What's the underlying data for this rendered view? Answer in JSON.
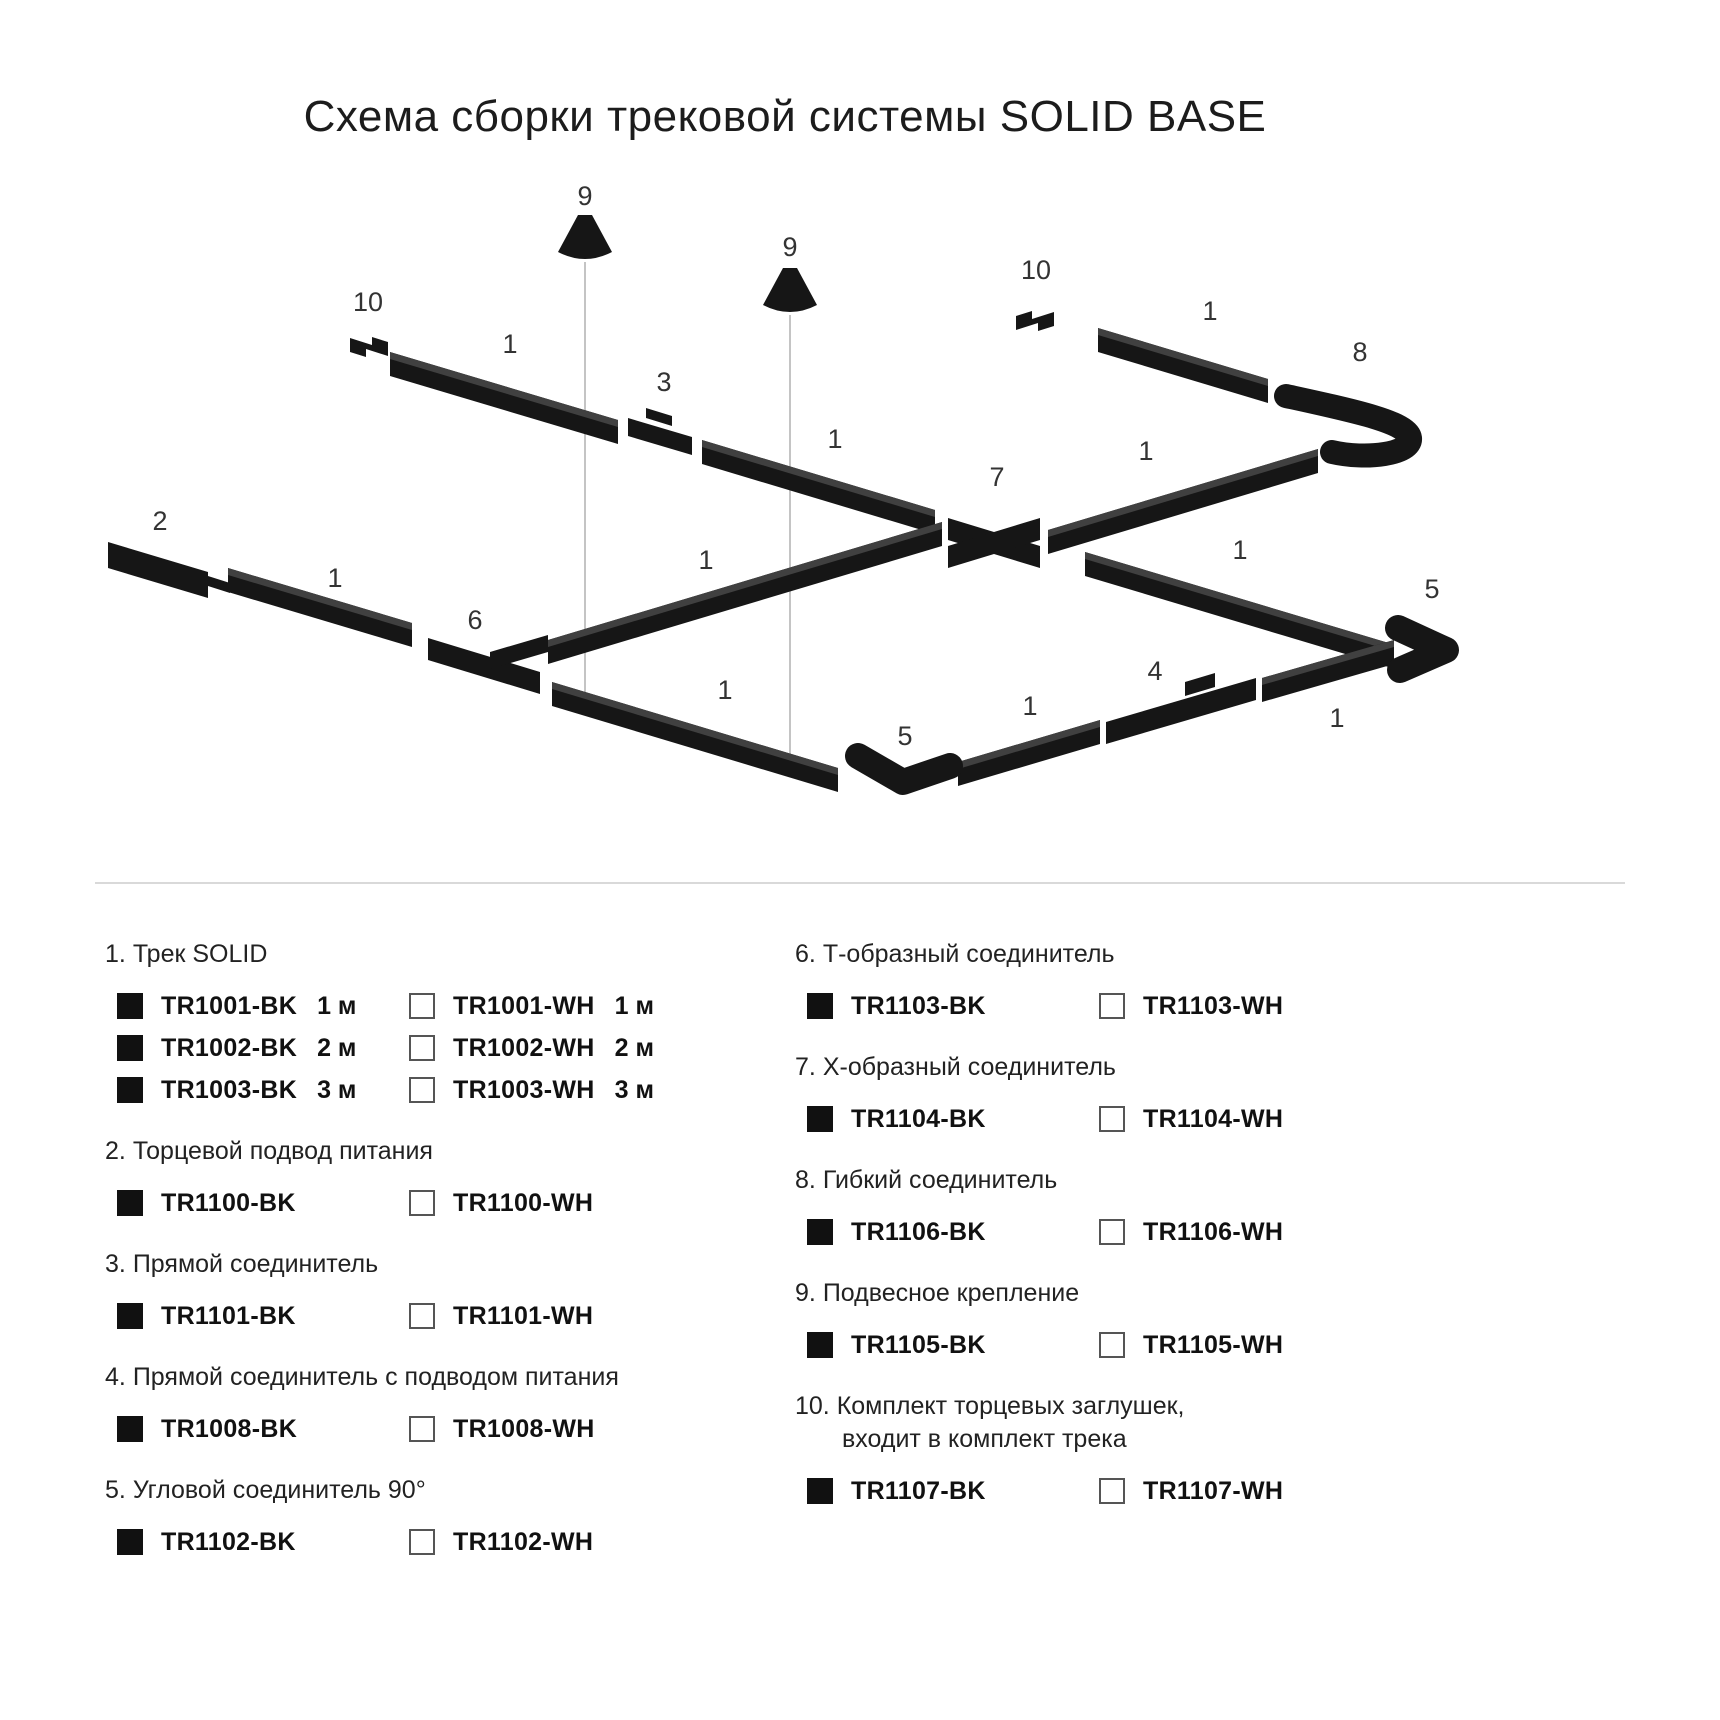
{
  "page": {
    "title": "Схема сборки трековой системы SOLID BASE"
  },
  "diagram": {
    "labels": [
      "9",
      "9",
      "10",
      "10",
      "1",
      "3",
      "1",
      "1",
      "8",
      "1",
      "7",
      "2",
      "1",
      "6",
      "1",
      "1",
      "5",
      "1",
      "5",
      "1",
      "4",
      "1"
    ]
  },
  "colors": {
    "track_black": "#161616",
    "swatch_black": "#111111",
    "swatch_white": "#ffffff"
  },
  "legend": {
    "left": [
      {
        "num": "1.",
        "title": "Трек SOLID",
        "rows": [
          {
            "bk_code": "TR1001-BK",
            "bk_len": "1 м",
            "wh_code": "TR1001-WH",
            "wh_len": "1 м"
          },
          {
            "bk_code": "TR1002-BK",
            "bk_len": "2 м",
            "wh_code": "TR1002-WH",
            "wh_len": "2 м"
          },
          {
            "bk_code": "TR1003-BK",
            "bk_len": "3 м",
            "wh_code": "TR1003-WH",
            "wh_len": "3 м"
          }
        ]
      },
      {
        "num": "2.",
        "title": "Торцевой подвод питания",
        "rows": [
          {
            "bk_code": "TR1100-BK",
            "wh_code": "TR1100-WH"
          }
        ]
      },
      {
        "num": "3.",
        "title": "Прямой соединитель",
        "rows": [
          {
            "bk_code": "TR1101-BK",
            "wh_code": "TR1101-WH"
          }
        ]
      },
      {
        "num": "4.",
        "title": "Прямой соединитель с подводом питания",
        "rows": [
          {
            "bk_code": "TR1008-BK",
            "wh_code": "TR1008-WH"
          }
        ]
      },
      {
        "num": "5.",
        "title": "Угловой соединитель 90°",
        "rows": [
          {
            "bk_code": "TR1102-BK",
            "wh_code": "TR1102-WH"
          }
        ]
      }
    ],
    "right": [
      {
        "num": "6.",
        "title": "Т-образный соединитель",
        "rows": [
          {
            "bk_code": "TR1103-BK",
            "wh_code": "TR1103-WH"
          }
        ]
      },
      {
        "num": "7.",
        "title": "Х-образный соединитель",
        "rows": [
          {
            "bk_code": "TR1104-BK",
            "wh_code": "TR1104-WH"
          }
        ]
      },
      {
        "num": "8.",
        "title": "Гибкий соединитель",
        "rows": [
          {
            "bk_code": "TR1106-BK",
            "wh_code": "TR1106-WH"
          }
        ]
      },
      {
        "num": "9.",
        "title": "Подвесное крепление",
        "rows": [
          {
            "bk_code": "TR1105-BK",
            "wh_code": "TR1105-WH"
          }
        ]
      },
      {
        "num": "10.",
        "title": "Комплект торцевых заглушек,",
        "title2": "входит в комплект трека",
        "rows": [
          {
            "bk_code": "TR1107-BK",
            "wh_code": "TR1107-WH"
          }
        ]
      }
    ]
  }
}
